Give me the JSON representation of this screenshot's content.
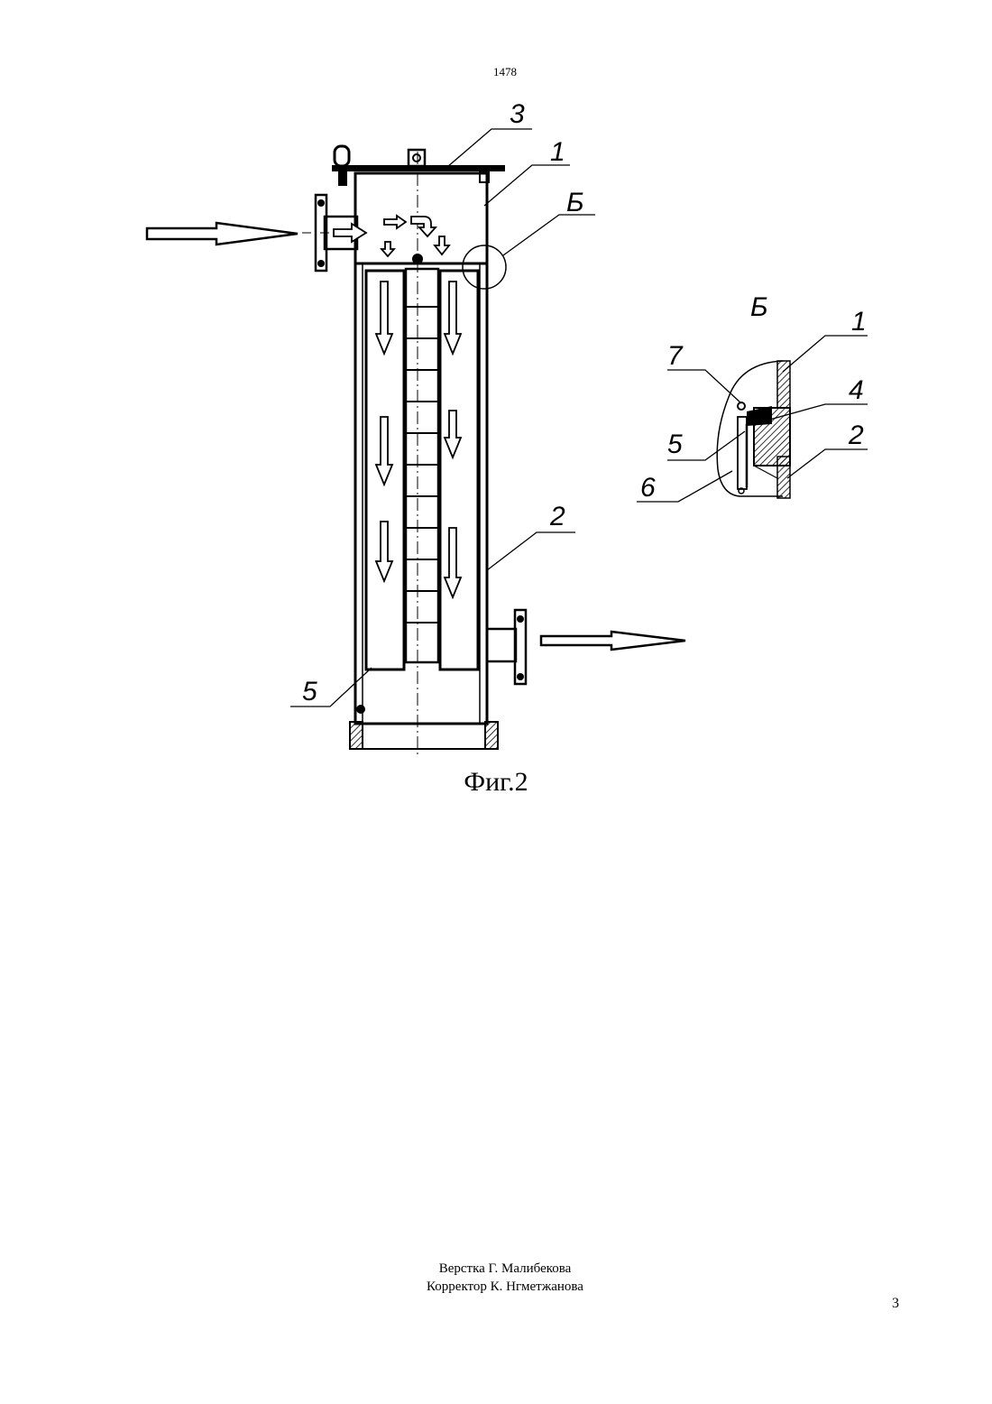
{
  "header": {
    "doc_number": "1478"
  },
  "figure": {
    "callouts": {
      "main": [
        "3",
        "1",
        "Б",
        "2",
        "5"
      ],
      "detail_title": "Б",
      "detail": [
        "1",
        "7",
        "4",
        "5",
        "2",
        "6"
      ]
    },
    "caption": "Фиг.2"
  },
  "footer": {
    "credits": [
      "Верстка Г. Малибекова",
      "Корректор К. Нгметжанова"
    ],
    "page_number": "3"
  }
}
